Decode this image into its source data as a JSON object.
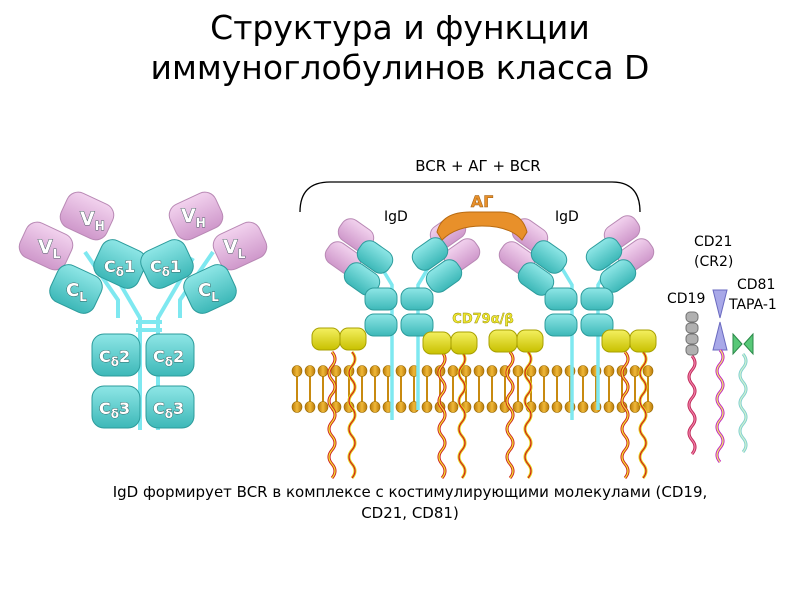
{
  "title": {
    "line1": "Структура и функции",
    "line2": "иммуноглобулинов класса D"
  },
  "antibody": {
    "vh": "V",
    "vh_sub": "H",
    "vl": "V",
    "vl_sub": "L",
    "cl": "C",
    "cl_sub": "L",
    "cd1_a": "C",
    "cd1_b": "1",
    "cd2_a": "C",
    "cd2_b": "2",
    "cd3_a": "C",
    "cd3_b": "3",
    "delta": "δ"
  },
  "bcr": {
    "bracket_label": "BCR + АГ + BCR",
    "igd_left": "IgD",
    "igd_right": "IgD",
    "antigen": "АГ",
    "cd79": "CD79α/β"
  },
  "coreceptors": {
    "cd21_line1": "CD21",
    "cd21_line2": "(CR2)",
    "cd19": "CD19",
    "cd81_line1": "CD81",
    "cd81_line2": "TAPA-1"
  },
  "caption": {
    "line1": "IgD формирует BCR в комплексе с костимулирующими молекулами (CD19,",
    "line2": "CD21, CD81)"
  },
  "colors": {
    "variable_domain": "#e4b4e0",
    "constant_domain": "#5fcfcf",
    "antigen": "#e8902a",
    "cd79": "#e8e020",
    "membrane": "#d89a18",
    "chain": "#7ee8f0"
  }
}
